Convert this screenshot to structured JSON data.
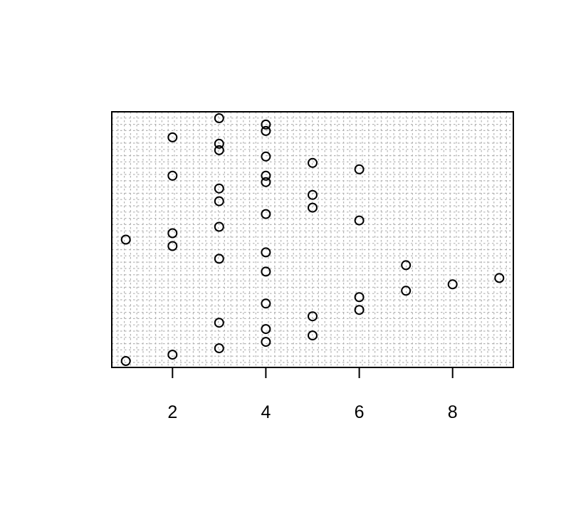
{
  "chart_data": {
    "type": "scatter",
    "title": "",
    "xlabel": "",
    "ylabel": "",
    "xlim": [
      0.7,
      9.3
    ],
    "ylim": [
      0,
      40
    ],
    "x_ticks": [
      2,
      4,
      6,
      8
    ],
    "x_tick_labels": [
      "2",
      "4",
      "6",
      "8"
    ],
    "y_ticks_shown": false,
    "grid": true,
    "grid_style": "dotted",
    "grid_color": "#b3b3b3",
    "marker": "open-circle",
    "marker_color": "#000000",
    "points": [
      {
        "x": 1,
        "y": 1
      },
      {
        "x": 1,
        "y": 20
      },
      {
        "x": 2,
        "y": 2
      },
      {
        "x": 2,
        "y": 19
      },
      {
        "x": 2,
        "y": 21
      },
      {
        "x": 2,
        "y": 30
      },
      {
        "x": 2,
        "y": 36
      },
      {
        "x": 3,
        "y": 3
      },
      {
        "x": 3,
        "y": 7
      },
      {
        "x": 3,
        "y": 17
      },
      {
        "x": 3,
        "y": 22
      },
      {
        "x": 3,
        "y": 26
      },
      {
        "x": 3,
        "y": 28
      },
      {
        "x": 3,
        "y": 35
      },
      {
        "x": 3,
        "y": 34
      },
      {
        "x": 3,
        "y": 39
      },
      {
        "x": 4,
        "y": 4
      },
      {
        "x": 4,
        "y": 6
      },
      {
        "x": 4,
        "y": 10
      },
      {
        "x": 4,
        "y": 15
      },
      {
        "x": 4,
        "y": 18
      },
      {
        "x": 4,
        "y": 24
      },
      {
        "x": 4,
        "y": 29
      },
      {
        "x": 4,
        "y": 30
      },
      {
        "x": 4,
        "y": 33
      },
      {
        "x": 4,
        "y": 37
      },
      {
        "x": 4,
        "y": 38
      },
      {
        "x": 5,
        "y": 5
      },
      {
        "x": 5,
        "y": 8
      },
      {
        "x": 5,
        "y": 25
      },
      {
        "x": 5,
        "y": 27
      },
      {
        "x": 5,
        "y": 32
      },
      {
        "x": 6,
        "y": 9
      },
      {
        "x": 6,
        "y": 11
      },
      {
        "x": 6,
        "y": 23
      },
      {
        "x": 6,
        "y": 31
      },
      {
        "x": 7,
        "y": 12
      },
      {
        "x": 7,
        "y": 16
      },
      {
        "x": 8,
        "y": 13
      },
      {
        "x": 9,
        "y": 14
      }
    ]
  }
}
